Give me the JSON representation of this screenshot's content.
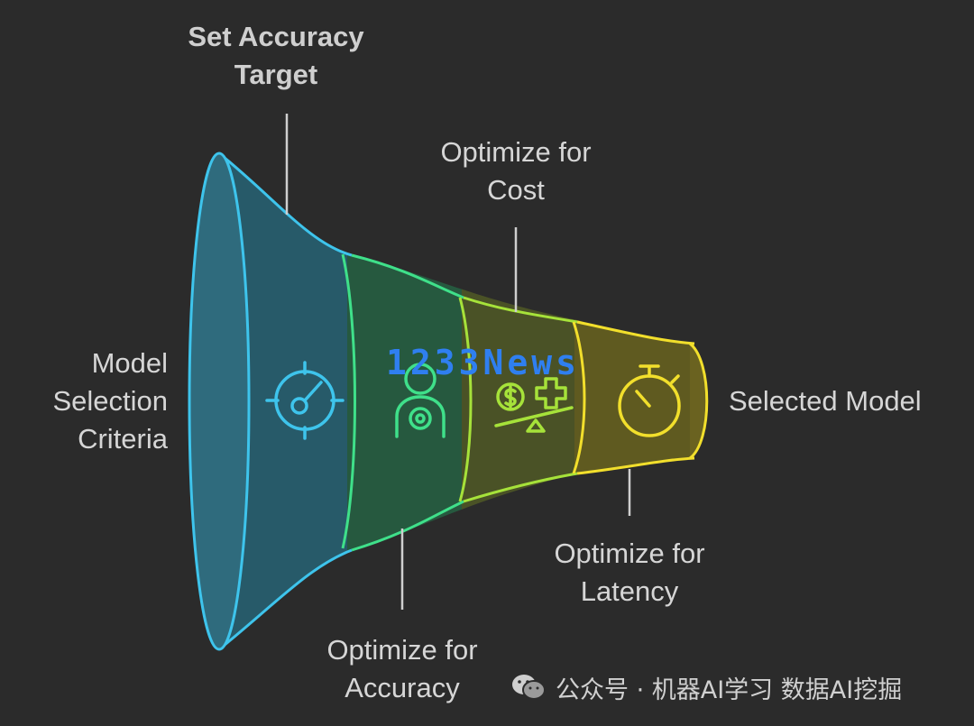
{
  "stages": [
    {
      "id": "criteria",
      "label_lines": [
        "Model",
        "Selection",
        "Criteria"
      ],
      "icon": "none"
    },
    {
      "id": "accuracy-target",
      "label_lines": [
        "Set Accuracy",
        "Target"
      ],
      "icon": "gauge-target-icon"
    },
    {
      "id": "accuracy",
      "label_lines": [
        "Optimize for",
        "Accuracy"
      ],
      "icon": "person-target-icon"
    },
    {
      "id": "cost",
      "label_lines": [
        "Optimize for",
        "Cost"
      ],
      "icon": "balance-dollar-plus-icon"
    },
    {
      "id": "latency",
      "label_lines": [
        "Optimize for",
        "Latency"
      ],
      "icon": "stopwatch-icon"
    },
    {
      "id": "selected",
      "label_lines": [
        "Selected Model"
      ],
      "icon": "none"
    }
  ],
  "colors": {
    "background": "#2b2b2b",
    "segment_blue": "#3ec4ec",
    "segment_green": "#3fe08a",
    "segment_lime": "#a6e23a",
    "segment_yellow": "#f2df2c",
    "label_text": "#d6d6d6",
    "leader_line": "#cfcfcf"
  },
  "watermark": "1233News",
  "footer": {
    "icon": "wechat-icon",
    "text": "公众号 · 机器AI学习 数据AI挖掘"
  }
}
